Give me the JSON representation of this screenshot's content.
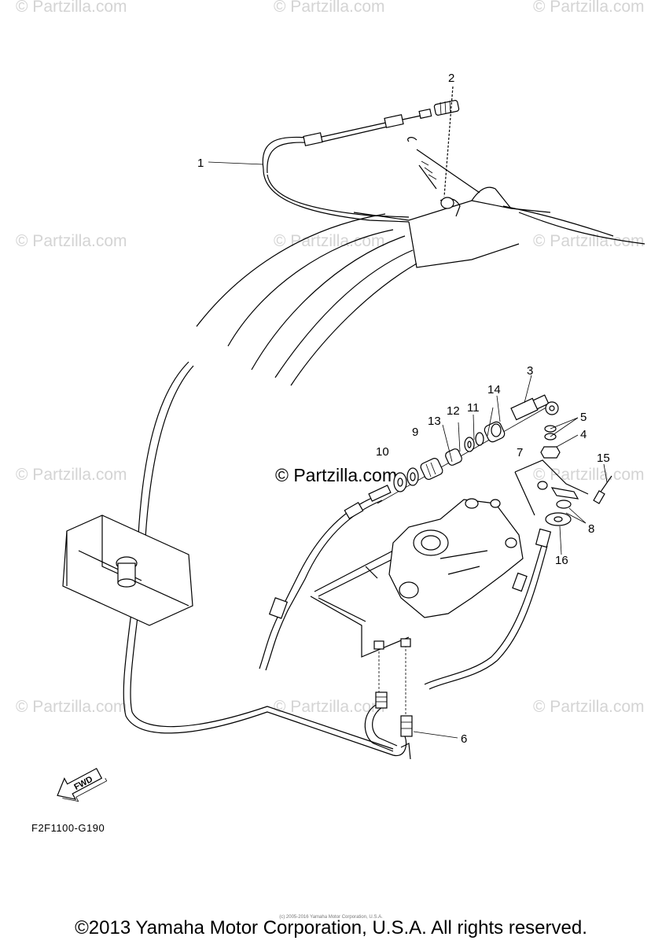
{
  "watermark": {
    "site_text": "© Partzilla.com",
    "center_text": "© Partzilla.com",
    "positions_label": "repeated watermark"
  },
  "callouts": [
    {
      "num": "1"
    },
    {
      "num": "2"
    },
    {
      "num": "3"
    },
    {
      "num": "4"
    },
    {
      "num": "5"
    },
    {
      "num": "6"
    },
    {
      "num": "7"
    },
    {
      "num": "8"
    },
    {
      "num": "9"
    },
    {
      "num": "10"
    },
    {
      "num": "11"
    },
    {
      "num": "12"
    },
    {
      "num": "13"
    },
    {
      "num": "14"
    },
    {
      "num": "15"
    },
    {
      "num": "16"
    }
  ],
  "fwd_arrow": {
    "text": "FWD"
  },
  "diagram_code": "F2F1100-G190",
  "fine_print": "(c) 2005-2016 Yamaha Motor Corporation, U.S.A.",
  "copyright": "©2013 Yamaha Motor Corporation, U.S.A. All rights reserved."
}
